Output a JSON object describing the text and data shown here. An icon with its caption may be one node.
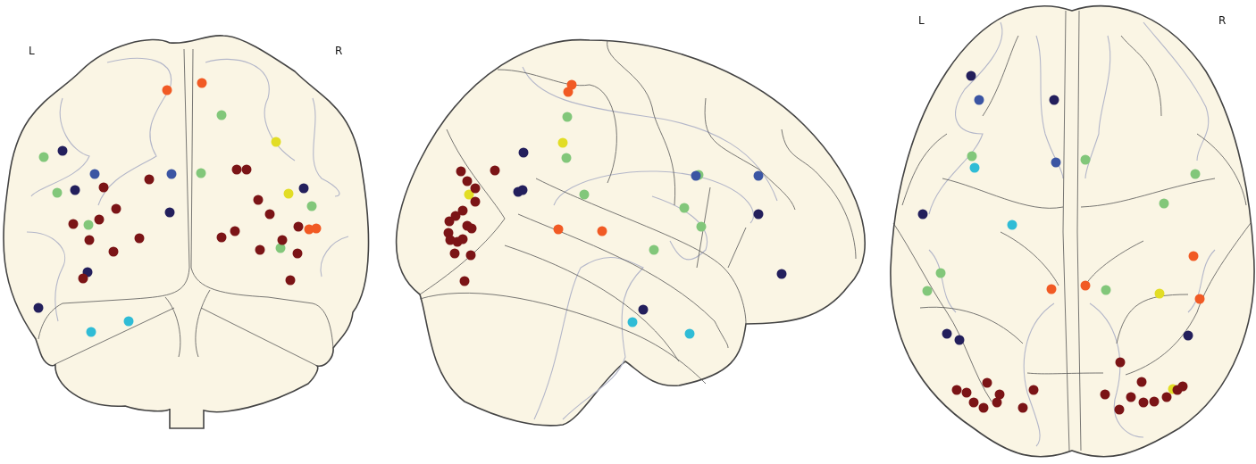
{
  "diagram": {
    "labels": [
      "L",
      "R",
      "L",
      "R"
    ]
  }
}
